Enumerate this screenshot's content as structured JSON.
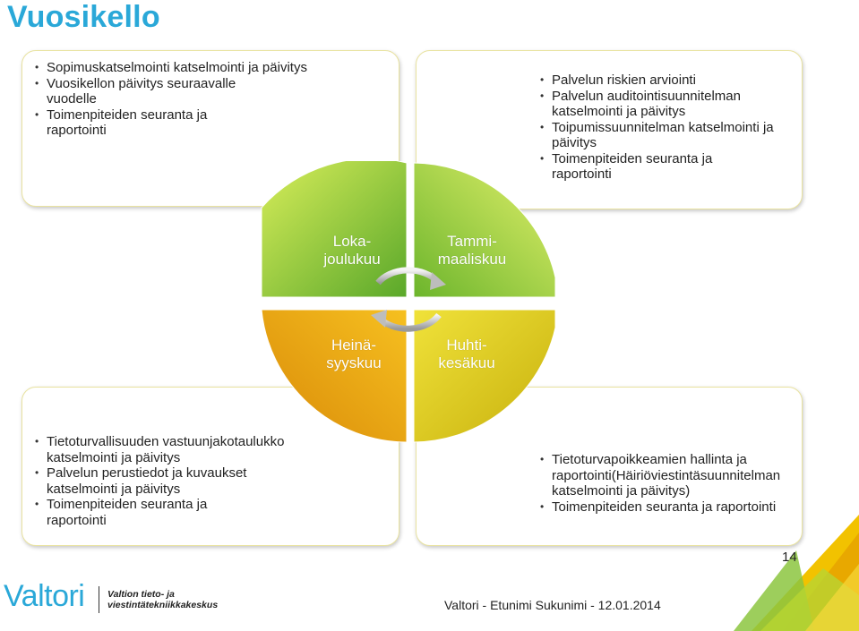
{
  "title": "Vuosikello",
  "boxes": {
    "top_left": {
      "items": [
        "Sopimuskatselmointi katselmointi ja päivitys",
        "Vuosikellon päivitys seuraavalle vuodelle",
        "Toimenpiteiden seuranta ja raportointi"
      ]
    },
    "top_right": {
      "items": [
        "Palvelun riskien arviointi",
        "Palvelun auditointisuunnitelman katselmointi ja päivitys",
        "Toipumissuunnitelman katselmointi ja päivitys",
        "Toimenpiteiden seuranta ja raportointi"
      ]
    },
    "bottom_left": {
      "items": [
        "Tietoturvallisuuden vastuunjakotaulukko katselmointi ja päivitys",
        "Palvelun perustiedot ja kuvaukset katselmointi ja päivitys",
        "Toimenpiteiden seuranta ja raportointi"
      ]
    },
    "bottom_right": {
      "items": [
        "Tietoturvapoikkeamien hallinta ja raportointi(Häiriöviestintäsuunnitelman katselmointi ja päivitys)",
        "Toimenpiteiden seuranta ja raportointi"
      ]
    }
  },
  "quadrants": {
    "top_left": {
      "line1": "Loka-",
      "line2": "joulukuu",
      "color": "#6fb52c"
    },
    "top_right": {
      "line1": "Tammi-",
      "line2": "maaliskuu",
      "color": "#7cbf2e"
    },
    "bottom_left": {
      "line1": "Heinä-",
      "line2": "syyskuu",
      "color": "#e0a810"
    },
    "bottom_right": {
      "line1": "Huhti-",
      "line2": "kesäkuu",
      "color": "#d3c00f"
    }
  },
  "footer": {
    "page_number": "14",
    "presenter": "Valtori - Etunimi Sukunimi - 12.01.2014"
  },
  "logo": {
    "wordmark": "Valtori",
    "subtitle_line1": "Valtion tieto- ja",
    "subtitle_line2": "viestintätekniikkakeskus"
  },
  "colors": {
    "brand_blue": "#2aa8d8",
    "box_border": "#e9e3a0",
    "corner_yellow": "#f2c200",
    "corner_green": "#8cc63f"
  }
}
